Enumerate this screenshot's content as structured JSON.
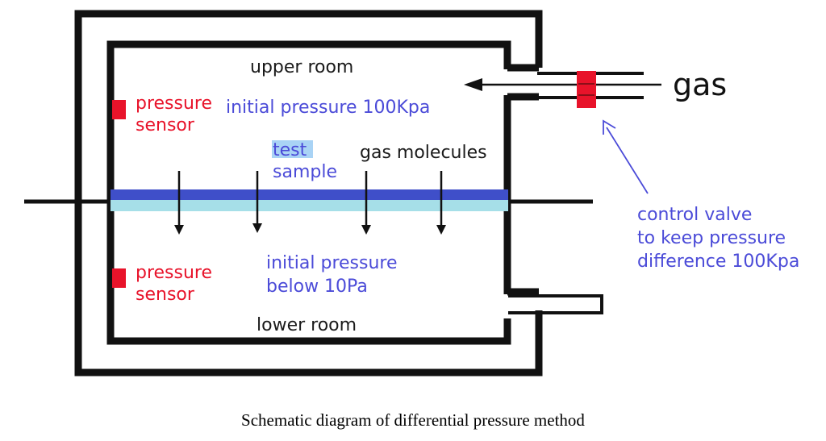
{
  "labels": {
    "upper_room": "upper room",
    "lower_room": "lower room",
    "pressure_sensor_upper": [
      "pressure",
      "sensor"
    ],
    "pressure_sensor_lower": [
      "pressure",
      "sensor"
    ],
    "initial_pressure_upper": "initial pressure 100Kpa",
    "test_sample": [
      "test",
      "sample"
    ],
    "gas_molecules": "gas molecules",
    "initial_pressure_lower": [
      "initial pressure",
      "below 10Pa"
    ],
    "gas": "gas",
    "control_valve": [
      "control valve",
      "to keep pressure",
      "difference 100Kpa"
    ]
  },
  "caption": "Schematic diagram of differential pressure method",
  "colors": {
    "wall": "#111111",
    "sensor": "#e8132a",
    "sample_top": "#3f4fc9",
    "sample_bottom": "#a6dfe8",
    "text_red": "#e8132a",
    "text_blue": "#4b4bd8",
    "highlight": "#a9d3f5"
  }
}
